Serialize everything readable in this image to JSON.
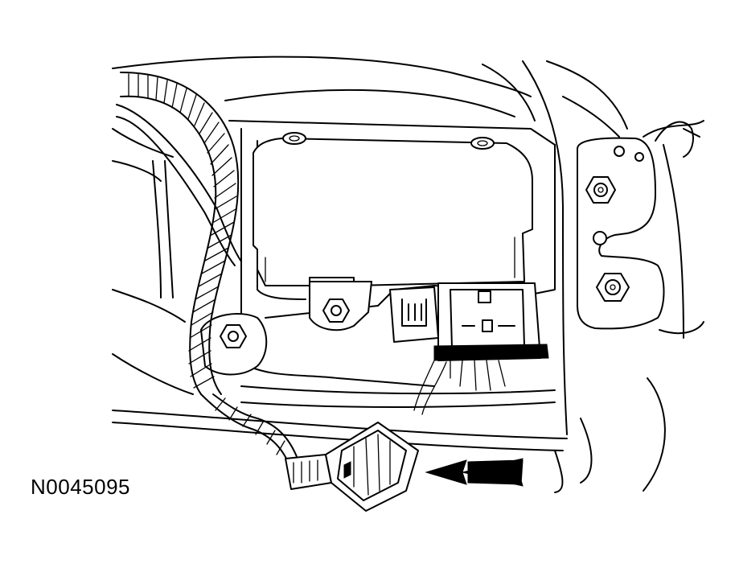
{
  "figure": {
    "id_label": "N0045095"
  },
  "colors": {
    "line": "#000000",
    "background": "#ffffff"
  },
  "icons": {
    "direction_arrow": "double-chevron-arrow-left",
    "fasteners": "hex-nut"
  }
}
